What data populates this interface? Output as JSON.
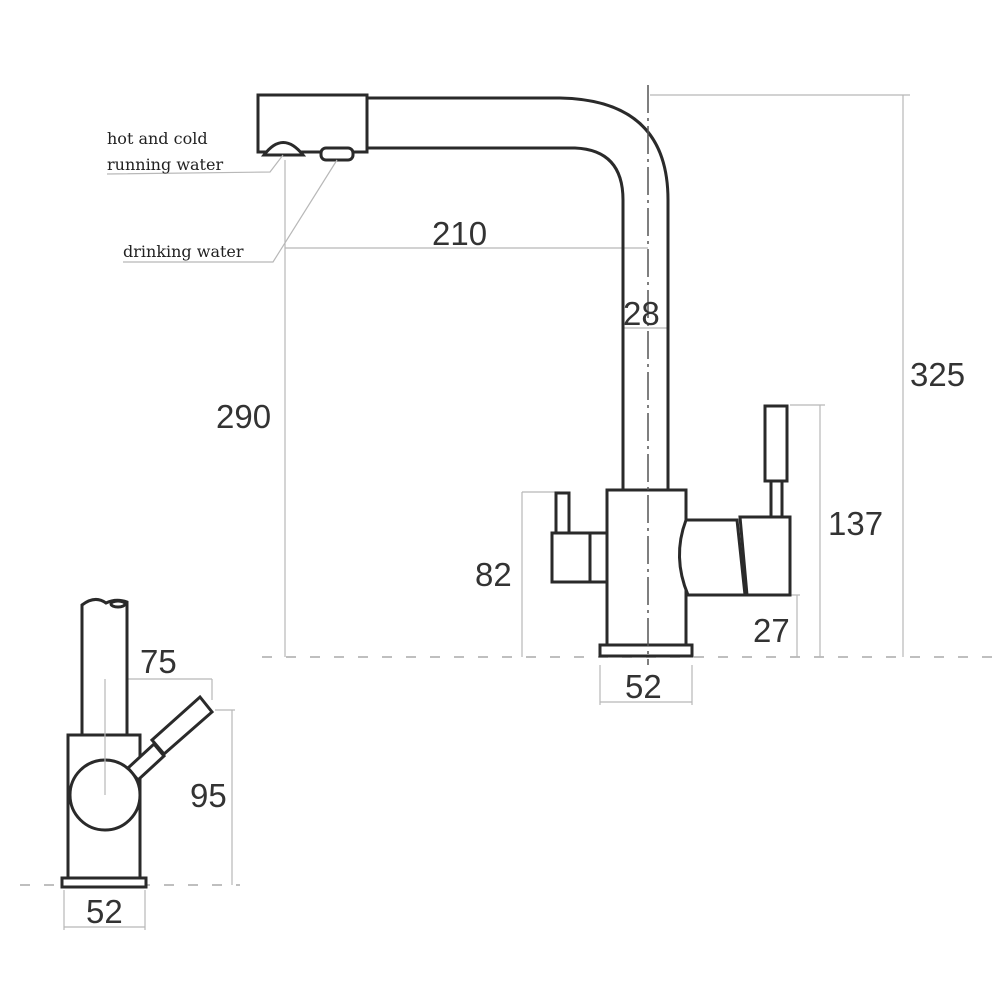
{
  "labels": {
    "hot_cold_line1": "hot and cold",
    "hot_cold_line2": "running water",
    "drinking_water": "drinking water"
  },
  "front_view": {
    "spout_reach": "210",
    "spout_height": "290",
    "total_height": "325",
    "pipe_diameter": "28",
    "right_lever_height": "137",
    "left_lever_height": "82",
    "right_handle_offset": "27",
    "base_diameter": "52"
  },
  "side_view": {
    "lever_reach": "75",
    "lever_height": "95",
    "base_diameter": "52"
  }
}
